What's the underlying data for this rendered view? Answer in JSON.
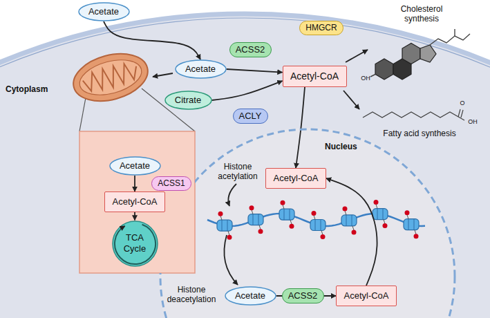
{
  "diagram": {
    "nodes": [
      {
        "text": [
          "Acetate"
        ]
      },
      {
        "text": [
          "Acetate"
        ]
      },
      {
        "text": [
          "ACSS2"
        ]
      },
      {
        "text": [
          "Citrate"
        ]
      },
      {
        "text": [
          "ACLY"
        ]
      },
      {
        "text": [
          "Acetyl-CoA"
        ]
      },
      {
        "text": [
          "HMGCR"
        ]
      },
      {
        "text": [
          "Acetate"
        ]
      },
      {
        "text": [
          "ACSS1"
        ]
      },
      {
        "text": [
          "Acetyl-CoA"
        ]
      },
      {
        "text": [
          "TCA Cycle"
        ]
      },
      {
        "text": [
          "Nucleus"
        ]
      },
      {
        "text": [
          "Acetyl-CoA"
        ],
        "in": 11
      },
      {
        "text": [
          "Acetate"
        ],
        "in": 11
      },
      {
        "text": [
          "ACSS2"
        ],
        "in": 11
      },
      {
        "text": [
          "Acetyl-CoA"
        ],
        "in": 11
      }
    ],
    "edges": [
      {
        "from": 0,
        "to": 1,
        "arrow": "to"
      },
      {
        "from": 1,
        "to": 5,
        "arrow": "to"
      },
      {
        "from": 3,
        "to": 5,
        "arrow": "to"
      },
      {
        "from": 7,
        "to": 9,
        "arrow": "to"
      },
      {
        "from": 9,
        "to": 10,
        "arrow": "to"
      },
      {
        "from": 5,
        "to": 12,
        "arrow": "to"
      },
      {
        "from": 13,
        "to": 15,
        "arrow": "to"
      },
      {
        "from": 15,
        "to": 12,
        "arrow": "to"
      }
    ],
    "labels": [
      "Cytoplasm",
      "Cholesterol synthesis",
      "OH",
      "Fatty acid synthesis",
      "O",
      "OH",
      "Histone acetylation",
      "Histone deacetylation"
    ]
  }
}
